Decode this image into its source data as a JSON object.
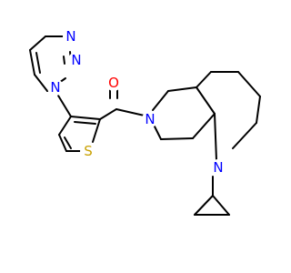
{
  "colors": {
    "bond": "#000000",
    "nitrogen": "#0000ff",
    "oxygen": "#ff0000",
    "sulfur": "#c8a000",
    "background": "#ffffff"
  },
  "atoms": [
    {
      "id": "n_triazole_top",
      "label": "N",
      "element": "nitrogen"
    },
    {
      "id": "n_triazole_mid",
      "label": "N",
      "element": "nitrogen"
    },
    {
      "id": "n_triazole_attach",
      "label": "N",
      "element": "nitrogen"
    },
    {
      "id": "o_carbonyl",
      "label": "O",
      "element": "oxygen"
    },
    {
      "id": "s_thiophene",
      "label": "S",
      "element": "sulfur"
    },
    {
      "id": "n_amide",
      "label": "N",
      "element": "nitrogen"
    },
    {
      "id": "n_bicyclic",
      "label": "N",
      "element": "nitrogen"
    }
  ]
}
